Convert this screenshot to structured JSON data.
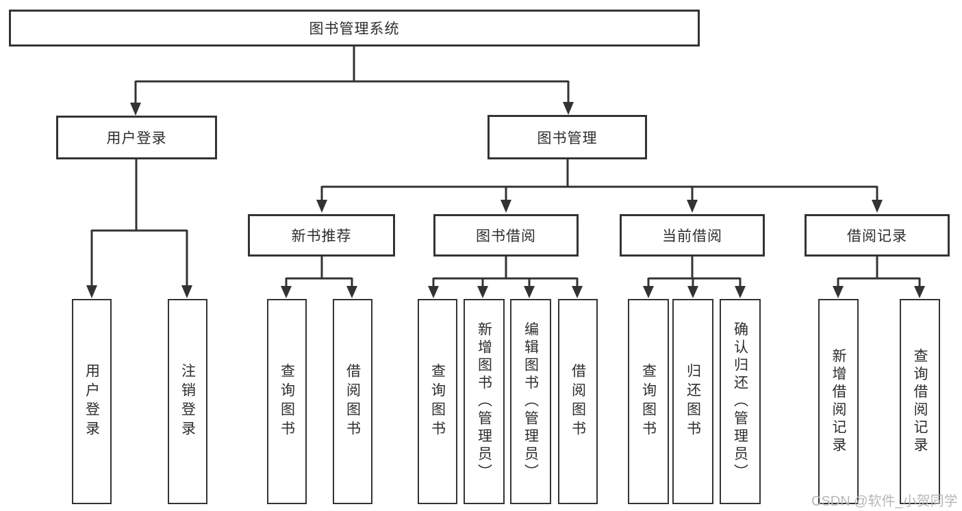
{
  "diagram": {
    "type": "tree",
    "title": "图书管理系统",
    "watermark": "CSDN @软件_小贺同学",
    "colors": {
      "line": "#333333",
      "border": "#333333",
      "text": "#2d2d2d",
      "watermark": "#b7b7b7",
      "background": "#ffffff"
    },
    "tree": {
      "label": "图书管理系统",
      "children": [
        {
          "label": "用户登录",
          "children": [
            {
              "label": "用户登录"
            },
            {
              "label": "注销登录"
            }
          ]
        },
        {
          "label": "图书管理",
          "children": [
            {
              "label": "新书推荐",
              "children": [
                {
                  "label": "查询图书"
                },
                {
                  "label": "借阅图书"
                }
              ]
            },
            {
              "label": "图书借阅",
              "children": [
                {
                  "label": "查询图书"
                },
                {
                  "label": "新增图书（管理员）"
                },
                {
                  "label": "编辑图书（管理员）"
                },
                {
                  "label": "借阅图书"
                }
              ]
            },
            {
              "label": "当前借阅",
              "children": [
                {
                  "label": "查询图书"
                },
                {
                  "label": "归还图书"
                },
                {
                  "label": "确认归还（管理员）"
                }
              ]
            },
            {
              "label": "借阅记录",
              "children": [
                {
                  "label": "新增借阅记录"
                },
                {
                  "label": "查询借阅记录"
                }
              ]
            }
          ]
        }
      ]
    }
  }
}
